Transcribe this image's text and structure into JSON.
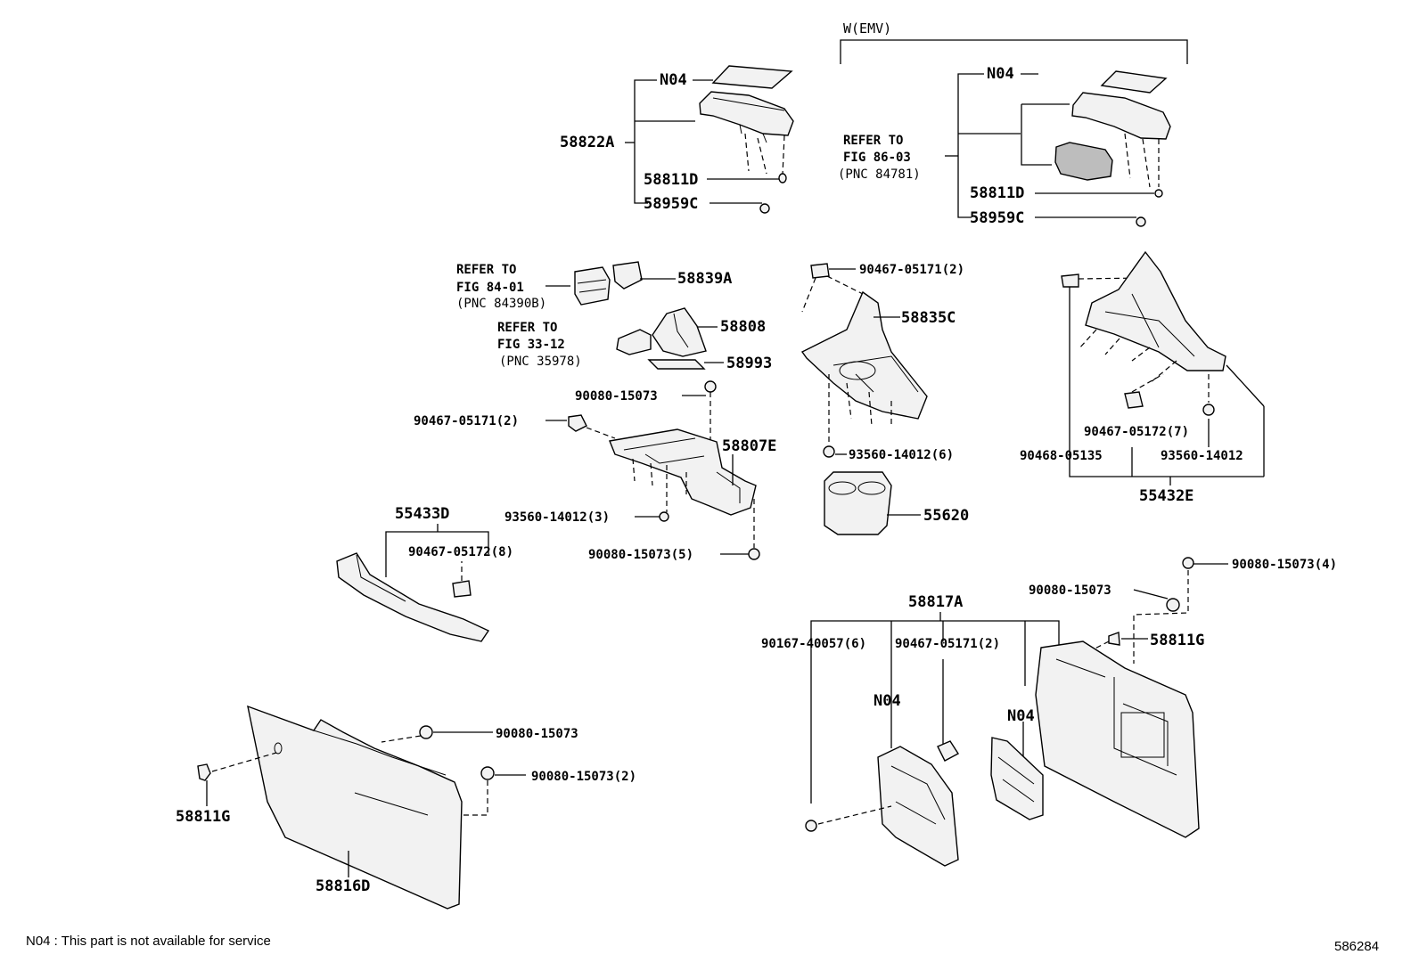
{
  "note": "N04 : This part is not available for service",
  "figure_id": "586284",
  "variant_label": "W(EMV)",
  "labels": {
    "n04_a": "N04",
    "p58822a": "58822A",
    "p58811d_a": "58811D",
    "p58959c_a": "58959C",
    "n04_b": "N04",
    "ref_86_1": "REFER TO",
    "ref_86_2": "FIG 86-03",
    "ref_86_3": "(PNC 84781)",
    "p58811d_b": "58811D",
    "p58959c_b": "58959C",
    "ref_84_1": "REFER TO",
    "ref_84_2": "FIG 84-01",
    "ref_84_3": "(PNC 84390B)",
    "p58839a": "58839A",
    "ref_33_1": "REFER TO",
    "ref_33_2": "FIG 33-12",
    "ref_33_3": "(PNC 35978)",
    "p58808": "58808",
    "p58993": "58993",
    "p90080_a": "90080-15073",
    "p90467_05171_a": "90467-05171(2)",
    "p58807e": "58807E",
    "p93560_3": "93560-14012(3)",
    "p90080_5": "90080-15073(5)",
    "p90467_05171_b": "90467-05171(2)",
    "p58835c": "58835C",
    "p93560_6": "93560-14012(6)",
    "p55620": "55620",
    "p90467_05172_7": "90467-05172(7)",
    "p90468": "90468-05135",
    "p93560_b": "93560-14012",
    "p55432e": "55432E",
    "p55433d": "55433D",
    "p90467_05172_8": "90467-05172(8)",
    "p90080_4": "90080-15073(4)",
    "p90080_b": "90080-15073",
    "p58811g_a": "58811G",
    "p58817a": "58817A",
    "p90167": "90167-40057(6)",
    "p90467_05171_c": "90467-05171(2)",
    "n04_c": "N04",
    "n04_d": "N04",
    "p90080_c": "90080-15073",
    "p90080_2": "90080-15073(2)",
    "p58811g_b": "58811G",
    "p58816d": "58816D"
  }
}
